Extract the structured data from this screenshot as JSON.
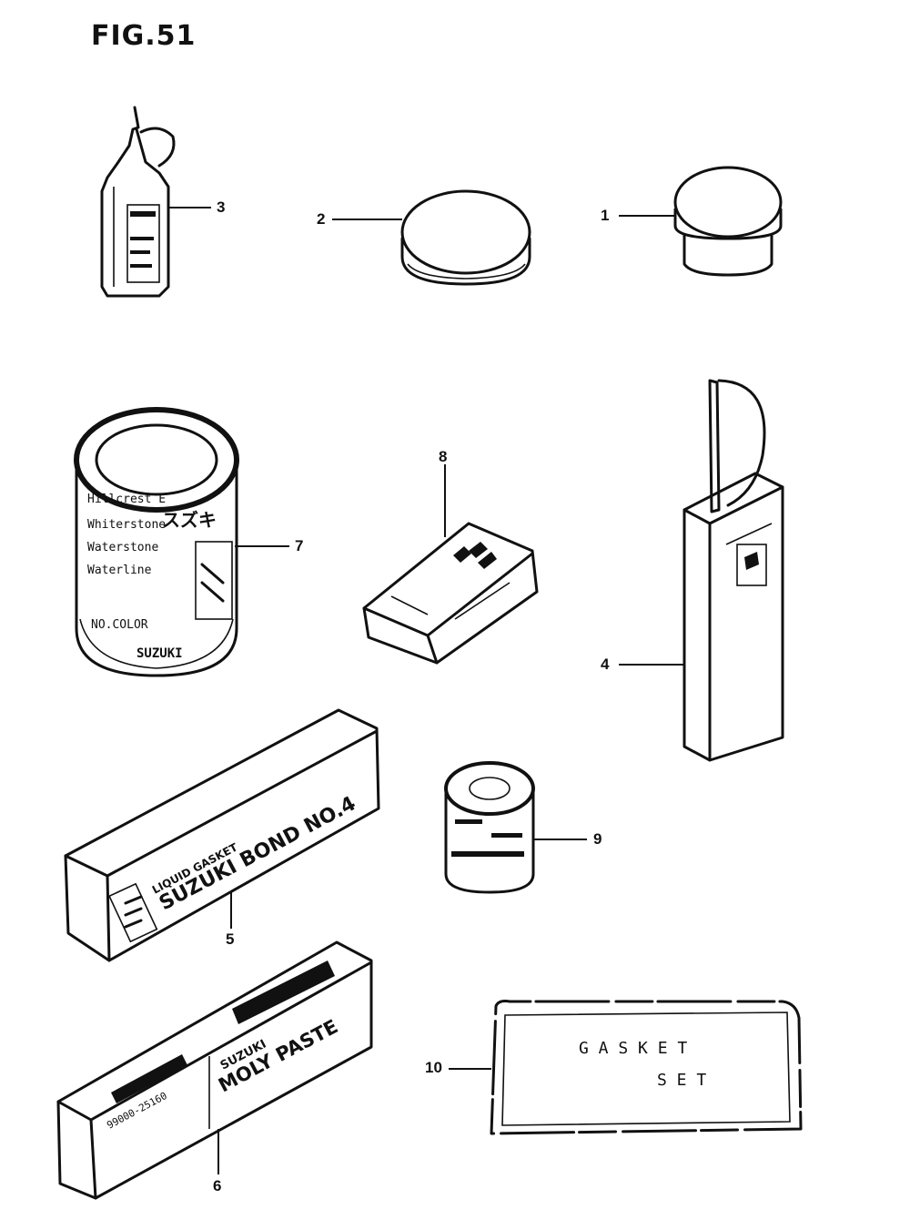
{
  "figure": {
    "title": "FIG.51"
  },
  "callouts": [
    {
      "id": "1",
      "label": "1"
    },
    {
      "id": "2",
      "label": "2"
    },
    {
      "id": "3",
      "label": "3"
    },
    {
      "id": "4",
      "label": "4"
    },
    {
      "id": "5",
      "label": "5"
    },
    {
      "id": "6",
      "label": "6"
    },
    {
      "id": "7",
      "label": "7"
    },
    {
      "id": "8",
      "label": "8"
    },
    {
      "id": "9",
      "label": "9"
    },
    {
      "id": "10",
      "label": "10"
    }
  ],
  "labels": {
    "can_text_top": "スズキ",
    "bond_line1": "LIQUID GASKET",
    "bond_line2": "SUZUKI BOND NO.4",
    "paste_line1": "SUZUKI",
    "paste_line2": "MOLY PASTE",
    "gasket_line1": "G A S K E T",
    "gasket_line2": "S E T"
  }
}
